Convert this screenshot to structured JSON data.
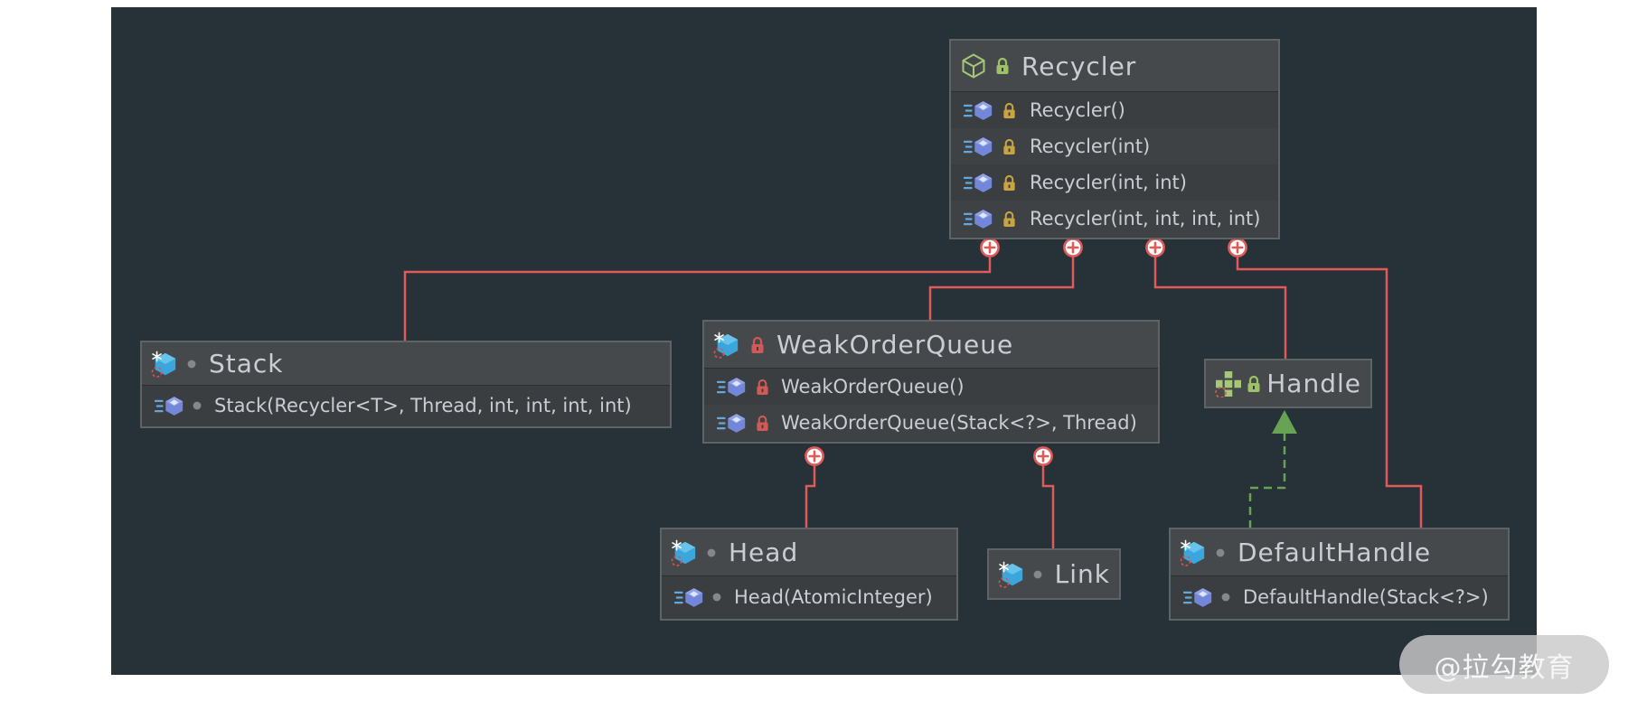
{
  "diagram": {
    "tool": "uml-class-diagram",
    "colors": {
      "canvas_bg": "#263138",
      "node_bg": "#3b3e40",
      "node_header_bg": "#46494b",
      "node_border": "#5e6466",
      "text": "#c9ced4",
      "association_red": "#e05a58",
      "implements_green": "#66a352",
      "class_cyan": "#3aa6dc",
      "method_blue": "#7287d8",
      "class_outline_green": "#a6c776",
      "lock_green": "#9cc167",
      "lock_yellow": "#c9a43f",
      "lock_red": "#d05a55",
      "dot_gray": "#838889",
      "watermark_pill": "#c9c9c9"
    },
    "classes": [
      {
        "name": "Recycler",
        "kind": "class",
        "title_icon": "class-outline-green-icon",
        "title_badge": "lock-green",
        "members": [
          {
            "label": "Recycler()",
            "icon": "method-icon",
            "badge": "lock-yellow"
          },
          {
            "label": "Recycler(int)",
            "icon": "method-icon",
            "badge": "lock-yellow"
          },
          {
            "label": "Recycler(int, int)",
            "icon": "method-icon",
            "badge": "lock-yellow"
          },
          {
            "label": "Recycler(int, int, int, int)",
            "icon": "method-icon",
            "badge": "lock-yellow"
          }
        ]
      },
      {
        "name": "Stack",
        "kind": "static-final-class",
        "title_icon": "class-static-final-cyan-icon",
        "title_badge": "dot-package-private",
        "members": [
          {
            "label": "Stack(Recycler<T>, Thread, int, int, int, int)",
            "icon": "method-icon",
            "badge": "dot-package-private"
          }
        ]
      },
      {
        "name": "WeakOrderQueue",
        "kind": "static-final-class",
        "title_icon": "class-static-final-cyan-icon",
        "title_badge": "lock-red",
        "members": [
          {
            "label": "WeakOrderQueue()",
            "icon": "method-icon",
            "badge": "lock-red"
          },
          {
            "label": "WeakOrderQueue(Stack<?>, Thread)",
            "icon": "method-icon",
            "badge": "lock-red"
          }
        ]
      },
      {
        "name": "Handle",
        "kind": "interface",
        "title_icon": "interface-green-icon",
        "title_badge": "lock-green",
        "members": []
      },
      {
        "name": "Head",
        "kind": "static-final-class",
        "title_icon": "class-static-final-cyan-icon",
        "title_badge": "dot-package-private",
        "members": [
          {
            "label": "Head(AtomicInteger)",
            "icon": "method-icon",
            "badge": "dot-package-private"
          }
        ]
      },
      {
        "name": "Link",
        "kind": "static-final-class",
        "title_icon": "class-static-final-cyan-icon",
        "title_badge": "dot-package-private",
        "members": []
      },
      {
        "name": "DefaultHandle",
        "kind": "static-final-class",
        "title_icon": "class-static-final-cyan-icon",
        "title_badge": "dot-package-private",
        "members": [
          {
            "label": "DefaultHandle(Stack<?>)",
            "icon": "method-icon",
            "badge": "dot-package-private"
          }
        ]
      }
    ],
    "relationships": [
      {
        "from": "Recycler",
        "to": "Stack",
        "type": "association",
        "style": "solid-red",
        "endpoint": "plus-badge"
      },
      {
        "from": "Recycler",
        "to": "WeakOrderQueue",
        "type": "association",
        "style": "solid-red",
        "endpoint": "plus-badge"
      },
      {
        "from": "Recycler",
        "to": "Handle",
        "type": "association",
        "style": "solid-red",
        "endpoint": "plus-badge"
      },
      {
        "from": "Recycler",
        "to": "DefaultHandle",
        "type": "association",
        "style": "solid-red",
        "endpoint": "plus-badge"
      },
      {
        "from": "WeakOrderQueue",
        "to": "Head",
        "type": "association",
        "style": "solid-red",
        "endpoint": "plus-badge"
      },
      {
        "from": "WeakOrderQueue",
        "to": "Link",
        "type": "association",
        "style": "solid-red",
        "endpoint": "plus-badge"
      },
      {
        "from": "DefaultHandle",
        "to": "Handle",
        "type": "implements",
        "style": "dashed-green",
        "endpoint": "hollow-triangle"
      }
    ]
  },
  "watermark": {
    "label": "@拉勾教育"
  }
}
